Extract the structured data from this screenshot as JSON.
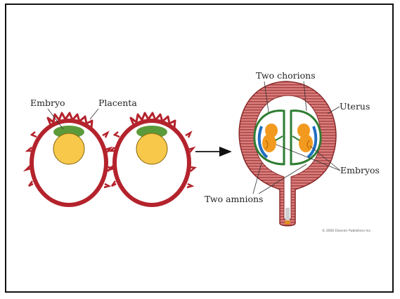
{
  "diagram": {
    "labels": {
      "embryo": "Embryo",
      "placenta": "Placenta",
      "two_chorions": "Two chorions",
      "uterus": "Uterus",
      "embryos": "Embryos",
      "two_amnions": "Two amnions"
    },
    "copyright": "© 2002 Elsevier Publishers Inc.",
    "colors": {
      "placenta_red": "#b4232c",
      "uterus_wall": "#cc6666",
      "uterus_dark": "#8a2a2a",
      "amnion_green": "#2e7d32",
      "embryo_green": "#5b9a3a",
      "yolk_yellow": "#f7c84a",
      "embryo_orange": "#f29a1f",
      "blue_layer": "#1f6fc1",
      "arrow": "#111111"
    }
  }
}
